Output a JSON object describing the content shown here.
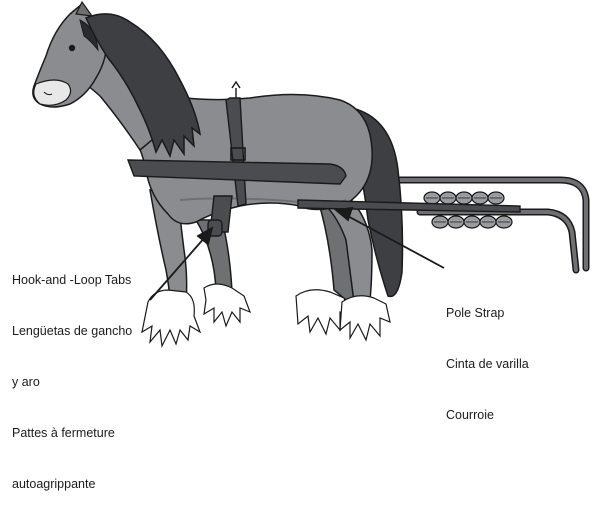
{
  "callouts": {
    "hook_loop": {
      "en": "Hook-and -Loop Tabs",
      "es_line1": "Lengüetas de gancho",
      "es_line2": "y aro",
      "fr_line1": "Pattes à fermeture",
      "fr_line2": "autoagrippante"
    },
    "pole_strap": {
      "en": "Pole Strap",
      "es": "Cinta de varilla",
      "fr": "Courroie"
    }
  },
  "colors": {
    "horse_body": "#8a8c8f",
    "horse_body_dark": "#6e7073",
    "mane": "#3d3f42",
    "mane_dark": "#2a2b2d",
    "harness": "#4a4c4f",
    "outline": "#1a1a1a",
    "hoof_feather": "#ffffff",
    "face_light": "#e8e8e8"
  }
}
